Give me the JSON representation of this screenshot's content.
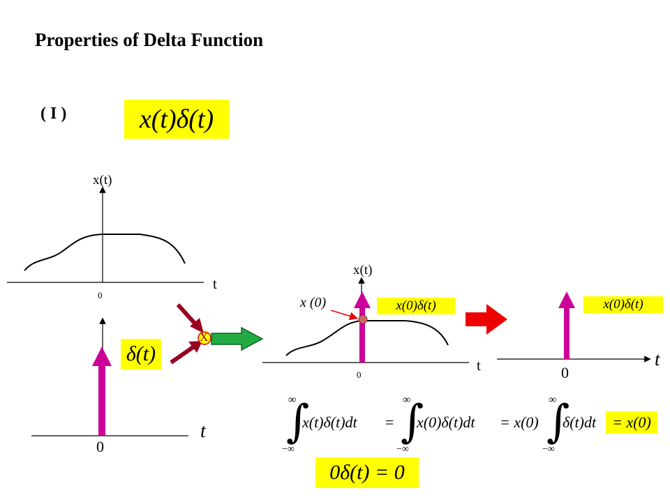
{
  "title": "Properties of Delta Function",
  "section_label": "( I )",
  "expressions": {
    "main": "x(t)δ(t)",
    "delta": "δ(t)",
    "product_mid": "x(0)δ(t)",
    "product_right": "x(0)δ(t)",
    "x0_label": "x (0)",
    "zero_delta": "0δ(t) = 0",
    "integral_result": "= x(0)"
  },
  "graph_xt": {
    "ylabel": "x(t)",
    "xlabel": "t",
    "origin": "0"
  },
  "graph_delta": {
    "xlabel": "t",
    "origin": "0"
  },
  "graph_mid": {
    "ylabel": "x(t)",
    "xlabel": "t",
    "origin": "0"
  },
  "graph_right": {
    "xlabel": "t",
    "origin": "0"
  },
  "multiply_symbol": "X",
  "integrals": {
    "upper": "∞",
    "lower": "−∞",
    "integrand_1": "x(t)δ(t)dt",
    "integrand_2": "x(0)δ(t)dt",
    "eq_2": "=",
    "prefix_3": "= x(0)",
    "integrand_3": "δ(t)dt"
  },
  "colors": {
    "highlight": "#ffff00",
    "impulse": "#cc0099",
    "arrow_red": "#ee0000",
    "arrow_green": "#22aa44",
    "arrow_dark": "#990022",
    "marker": "#cc6666"
  }
}
